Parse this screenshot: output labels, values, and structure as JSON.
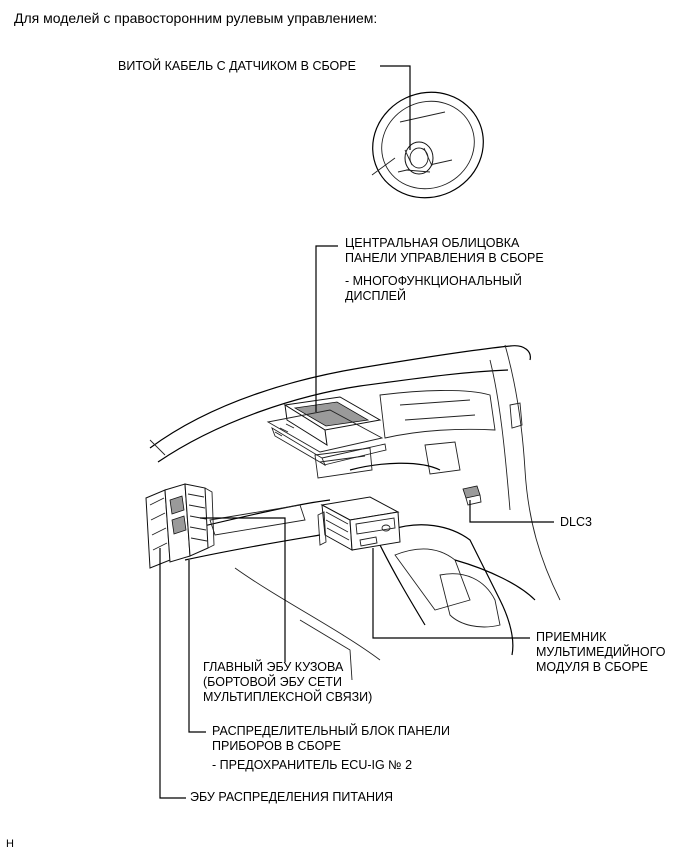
{
  "header": "Для моделей с правосторонним рулевым управлением:",
  "labels": {
    "spiral_cable": "ВИТОЙ КАБЕЛЬ С ДАТЧИКОМ В СБОРЕ",
    "center_panel_1": "ЦЕНТРАЛЬНАЯ ОБЛИЦОВКА",
    "center_panel_2": "ПАНЕЛИ УПРАВЛЕНИЯ В СБОРЕ",
    "center_panel_sub_1": "- МНОГОФУНКЦИОНАЛЬНЫЙ",
    "center_panel_sub_2": "ДИСПЛЕЙ",
    "dlc3": "DLC3",
    "receiver_1": "ПРИЕМНИК",
    "receiver_2": "МУЛЬТИМЕДИЙНОГО",
    "receiver_3": "МОДУЛЯ В СБОРЕ",
    "main_body_ecu_1": "ГЛАВНЫЙ ЭБУ КУЗОВА",
    "main_body_ecu_2": "(БОРТОВОЙ ЭБУ СЕТИ",
    "main_body_ecu_3": "МУЛЬТИПЛЕКСНОЙ СВЯЗИ)",
    "junction_block_1": "РАСПРЕДЕЛИТЕЛЬНЫЙ БЛОК ПАНЕЛИ",
    "junction_block_2": "ПРИБОРОВ В СБОРЕ",
    "junction_block_3": "- ПРЕДОХРАНИТЕЛЬ ECU-IG № 2",
    "power_ecu": "ЭБУ РАСПРЕДЕЛЕНИЯ ПИТАНИЯ"
  },
  "footer": "H"
}
